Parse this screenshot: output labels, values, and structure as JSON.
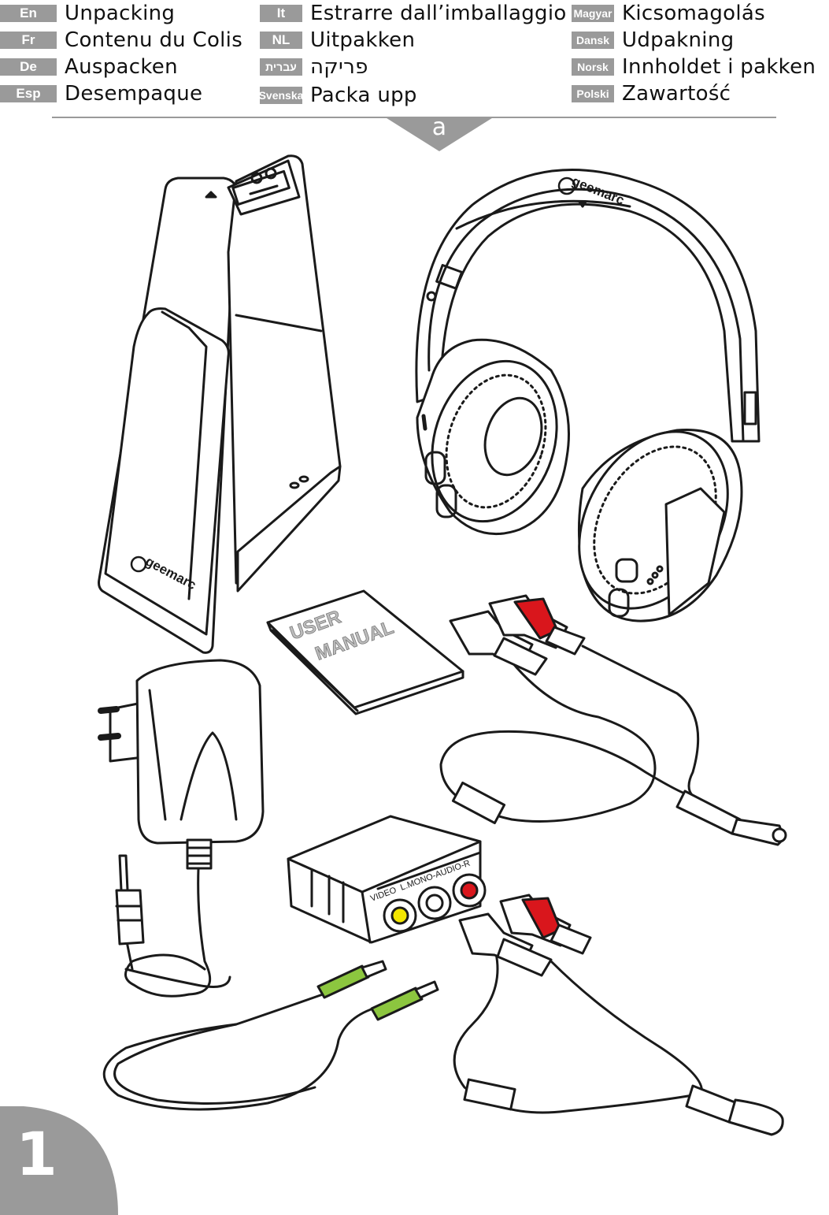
{
  "languages": [
    {
      "tag": "En",
      "label": "Unpacking"
    },
    {
      "tag": "Fr",
      "label": "Contenu du Colis"
    },
    {
      "tag": "De",
      "label": "Auspacken"
    },
    {
      "tag": "Esp",
      "label": "Desempaque"
    },
    {
      "tag": "It",
      "label": "Estrarre dall’imballaggio"
    },
    {
      "tag": "NL",
      "label": "Uitpakken"
    },
    {
      "tag": "עברית",
      "label": "פריקה"
    },
    {
      "tag": "Svenska",
      "label": "Packa upp"
    },
    {
      "tag": "Magyar",
      "label": "Kicsomagolás"
    },
    {
      "tag": "Dansk",
      "label": "Udpakning"
    },
    {
      "tag": "Norsk",
      "label": "Innholdet i pakken"
    },
    {
      "tag": "Polski",
      "label": "Zawartość"
    }
  ],
  "section": "a",
  "page_number": "1",
  "illustration": {
    "brand": "geemarc",
    "manual_text": [
      "USER",
      "MANUAL"
    ],
    "adapter_labels": [
      "VIDEO",
      "L.MONO-AUDIO-R"
    ]
  },
  "colors": {
    "tag_gray": "#9a9a9a",
    "plug_red": "#d9161c",
    "plug_green": "#8cc63f",
    "adapter_yellow": "#f3e600"
  }
}
